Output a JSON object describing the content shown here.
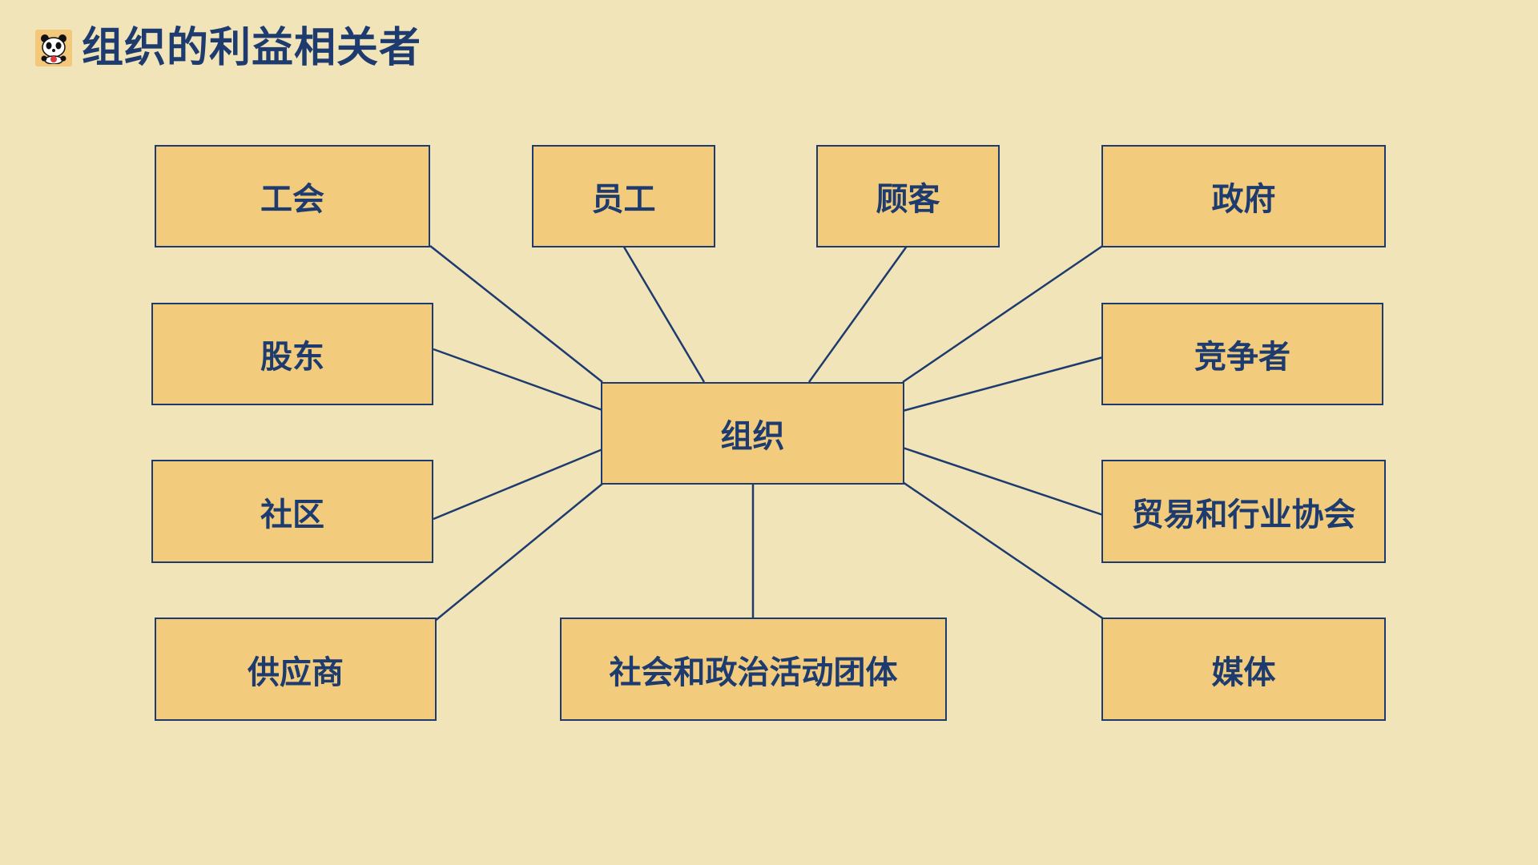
{
  "title": "组织的利益相关者",
  "colors": {
    "background": "#f2e4b9",
    "node_fill": "#f2cc7c",
    "stroke": "#1d3b6e",
    "logo_bg": "#f3c87a"
  },
  "logo": {
    "icon": "panda-icon"
  },
  "diagram": {
    "center": {
      "label": "组织"
    },
    "nodes": {
      "union": {
        "label": "工会"
      },
      "employees": {
        "label": "员工"
      },
      "customers": {
        "label": "顾客"
      },
      "government": {
        "label": "政府"
      },
      "shareholders": {
        "label": "股东"
      },
      "competitors": {
        "label": "竞争者"
      },
      "community": {
        "label": "社区"
      },
      "trade_associations": {
        "label": "贸易和行业协会"
      },
      "suppliers": {
        "label": "供应商"
      },
      "activist_groups": {
        "label": "社会和政治活动团体"
      },
      "media": {
        "label": "媒体"
      }
    }
  }
}
